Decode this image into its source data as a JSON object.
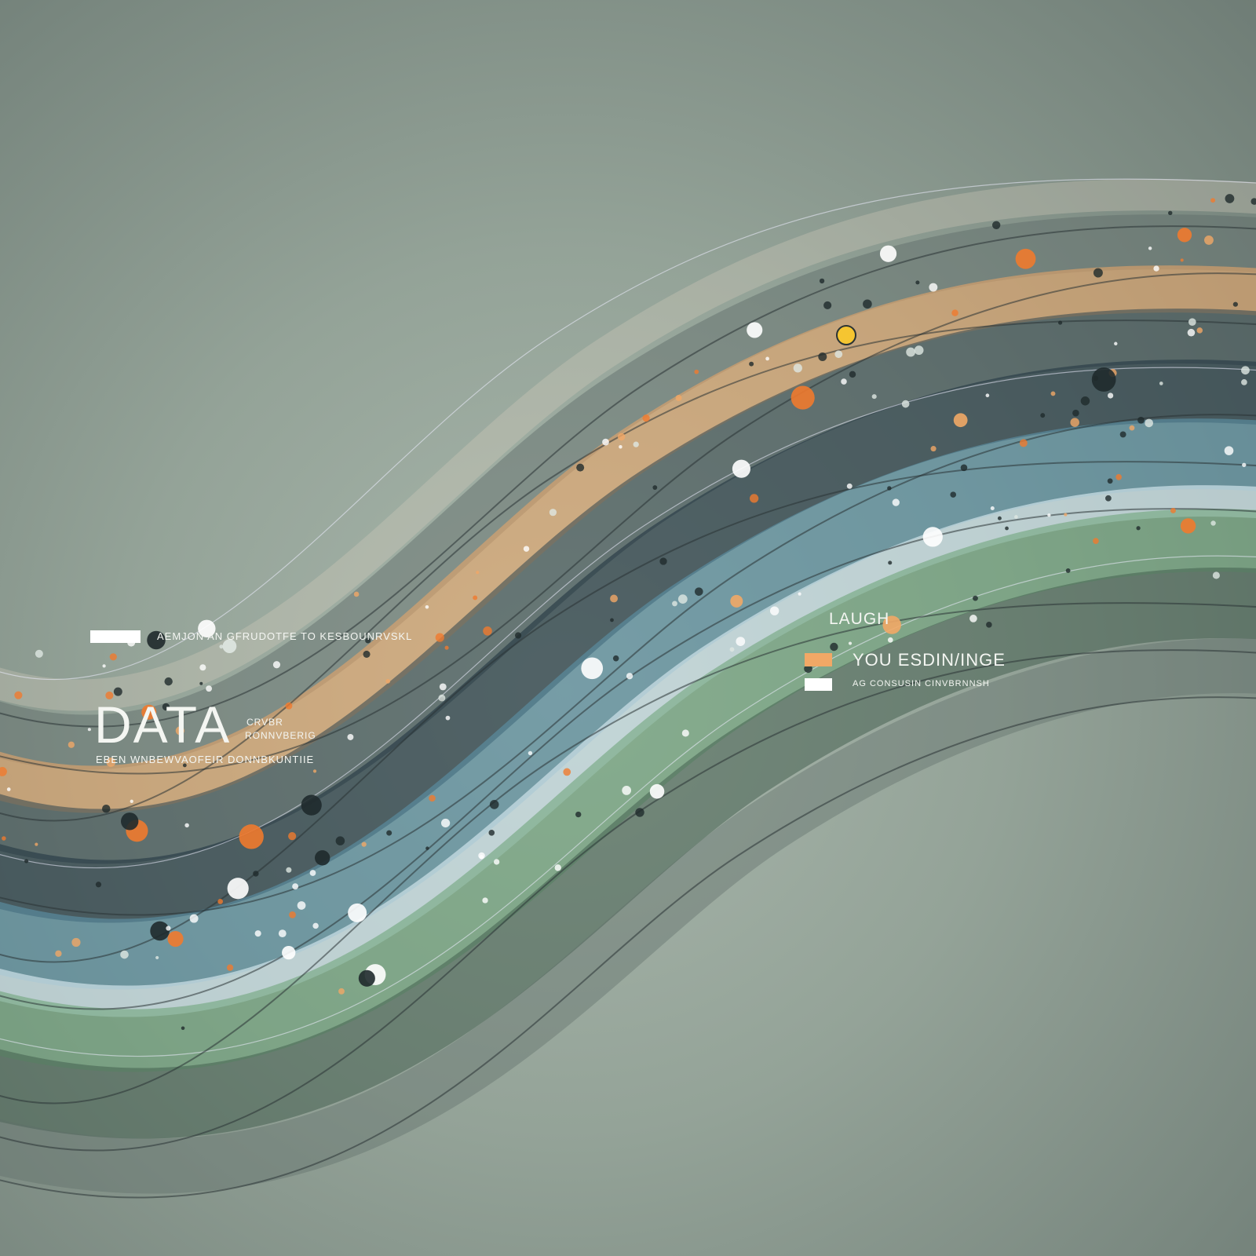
{
  "left_block": {
    "tagline": "AEMJON AN GFRUDOTFE TO KESBOUNRVSKL",
    "title": "DATA",
    "side_line1": "CRVBR",
    "side_line2": "RONNVBERIG",
    "subtitle": "EBEN WNBEWVAOFEIR DONNBKUNTIIE"
  },
  "right_block": {
    "heading": "LAUGH",
    "line1": "YOU ESDIN/INGE",
    "line2": "AG CONSUSIN CINVBRNNSH"
  },
  "colors": {
    "orange": "#f07a2e",
    "peach": "#f1a866",
    "dark": "#1f2a2c",
    "blue": "#5a8fa3",
    "green": "#6fa57c",
    "white": "#ffffff",
    "yellow": "#f5c531"
  }
}
